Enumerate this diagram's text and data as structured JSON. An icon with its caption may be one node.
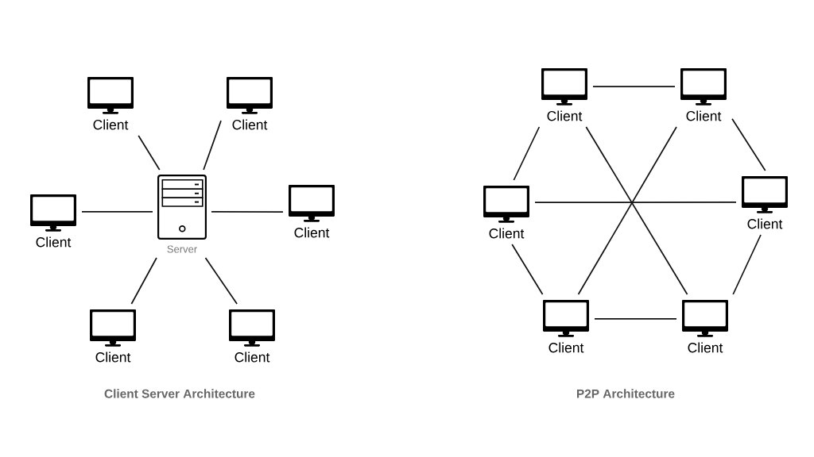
{
  "diagram": {
    "nodes": [
      {
        "text": [
          "Client"
        ]
      },
      {
        "text": [
          "Client"
        ]
      },
      {
        "text": [
          "Client"
        ]
      },
      {
        "text": [
          "Server"
        ]
      },
      {
        "text": [
          "Client"
        ]
      },
      {
        "text": [
          "Client"
        ]
      },
      {
        "text": [
          "Client"
        ]
      },
      {
        "text": [
          "Client"
        ]
      },
      {
        "text": [
          "Client"
        ]
      },
      {
        "text": [
          "Client"
        ]
      },
      {
        "text": [
          "Client"
        ]
      },
      {
        "text": [
          "Client"
        ]
      },
      {
        "text": [
          "Client"
        ]
      }
    ],
    "edges": [
      {
        "from": 3,
        "to": 0,
        "arrow": "none"
      },
      {
        "from": 3,
        "to": 1,
        "arrow": "none"
      },
      {
        "from": 3,
        "to": 2,
        "arrow": "none"
      },
      {
        "from": 3,
        "to": 4,
        "arrow": "none"
      },
      {
        "from": 3,
        "to": 5,
        "arrow": "none"
      },
      {
        "from": 3,
        "to": 6,
        "arrow": "none"
      },
      {
        "from": 7,
        "to": 8,
        "arrow": "none"
      },
      {
        "from": 7,
        "to": 9,
        "arrow": "none"
      },
      {
        "from": 7,
        "to": 12,
        "arrow": "none"
      },
      {
        "from": 8,
        "to": 10,
        "arrow": "none"
      },
      {
        "from": 8,
        "to": 11,
        "arrow": "none"
      },
      {
        "from": 9,
        "to": 10,
        "arrow": "none"
      },
      {
        "from": 9,
        "to": 11,
        "arrow": "none"
      },
      {
        "from": 10,
        "to": 12,
        "arrow": "none"
      },
      {
        "from": 11,
        "to": 12,
        "arrow": "none"
      }
    ],
    "labels": [
      "Client Server Architecture",
      "P2P Architecture"
    ]
  }
}
